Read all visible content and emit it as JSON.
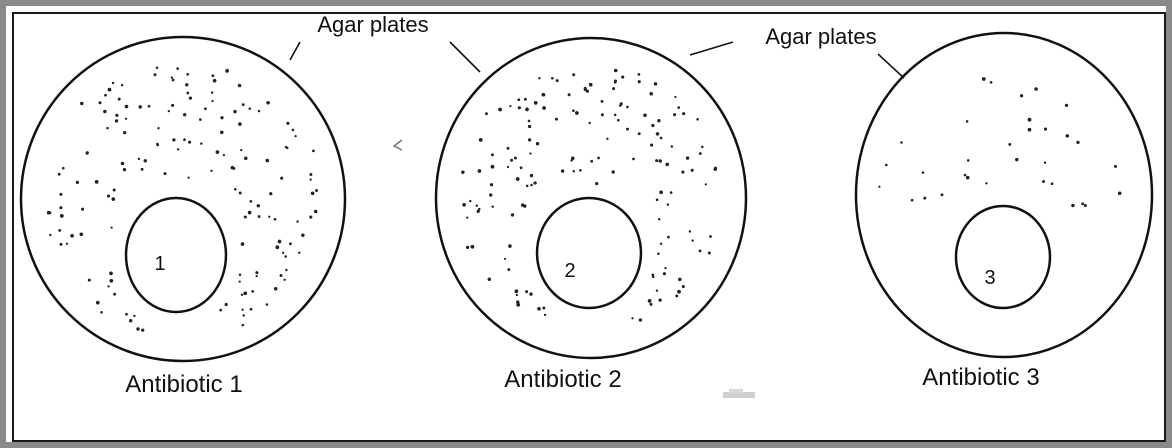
{
  "diagram": {
    "callouts": [
      {
        "text": "Agar plates"
      },
      {
        "text": "Agar plates"
      }
    ],
    "plates": [
      {
        "label": "Antibiotic 1",
        "disc_label": "1",
        "colony_density": "high"
      },
      {
        "label": "Antibiotic 2",
        "disc_label": "2",
        "colony_density": "high"
      },
      {
        "label": "Antibiotic 3",
        "disc_label": "3",
        "colony_density": "low"
      }
    ],
    "colors": {
      "line": "#111111",
      "dot": "#222222",
      "background": "#ffffff",
      "frame": "#8a8a8a"
    }
  }
}
